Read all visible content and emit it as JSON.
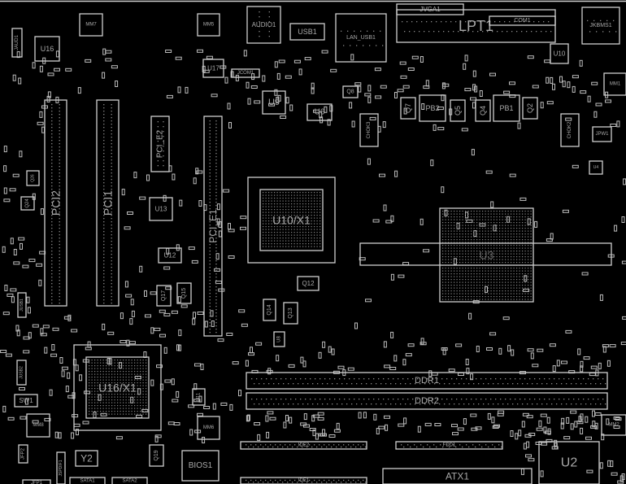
{
  "board": {
    "components": [
      {
        "ref": "JAUD1"
      },
      {
        "ref": "U16"
      },
      {
        "ref": "MM7"
      },
      {
        "ref": "MM5"
      },
      {
        "ref": "AUDIO1"
      },
      {
        "ref": "USB1"
      },
      {
        "ref": "U17"
      },
      {
        "ref": "JCOM1"
      },
      {
        "ref": "U9"
      },
      {
        "ref": "U6"
      },
      {
        "ref": "LAN_USB1"
      },
      {
        "ref": "JVGA1"
      },
      {
        "ref": "LPT1"
      },
      {
        "ref": "COM1"
      },
      {
        "ref": "JKBMS1"
      },
      {
        "ref": "U10"
      },
      {
        "ref": "MM1"
      },
      {
        "ref": "Q8"
      },
      {
        "ref": "CHOK3"
      },
      {
        "ref": "Q7"
      },
      {
        "ref": "PB2"
      },
      {
        "ref": "Q5"
      },
      {
        "ref": "Q4"
      },
      {
        "ref": "PB1"
      },
      {
        "ref": "Q2"
      },
      {
        "ref": "CHOK2"
      },
      {
        "ref": "JPW1"
      },
      {
        "ref": "U4"
      },
      {
        "ref": "PCI2"
      },
      {
        "ref": "PCI1"
      },
      {
        "ref": "PCI_E2"
      },
      {
        "ref": "PCI_E1"
      },
      {
        "ref": "U13"
      },
      {
        "ref": "U12"
      },
      {
        "ref": "Q17"
      },
      {
        "ref": "Q15"
      },
      {
        "ref": "Q26"
      },
      {
        "ref": "Q24"
      },
      {
        "ref": "JUSB1"
      },
      {
        "ref": "U10/X1"
      },
      {
        "ref": "Q12"
      },
      {
        "ref": "Q14"
      },
      {
        "ref": "Q13"
      },
      {
        "ref": "U8"
      },
      {
        "ref": "U3"
      },
      {
        "ref": "U16/X1"
      },
      {
        "ref": "JUSB2"
      },
      {
        "ref": "SW1"
      },
      {
        "ref": "MM8"
      },
      {
        "ref": "MM6"
      },
      {
        "ref": "U11"
      },
      {
        "ref": "JFP2"
      },
      {
        "ref": "Y2"
      },
      {
        "ref": "Q19"
      },
      {
        "ref": "BIOS1"
      },
      {
        "ref": "JFP1"
      },
      {
        "ref": "SATA1"
      },
      {
        "ref": "SATA2"
      },
      {
        "ref": "JSPDIF1"
      },
      {
        "ref": "DDR1"
      },
      {
        "ref": "DDR2"
      },
      {
        "ref": "IDE2"
      },
      {
        "ref": "FDD1"
      },
      {
        "ref": "IDE1"
      },
      {
        "ref": "ATX1"
      },
      {
        "ref": "U2"
      },
      {
        "ref": "MM2"
      }
    ]
  },
  "colors": {
    "background": "#000000",
    "outline": "#cfcfcf",
    "label": "#a8a8a8"
  }
}
